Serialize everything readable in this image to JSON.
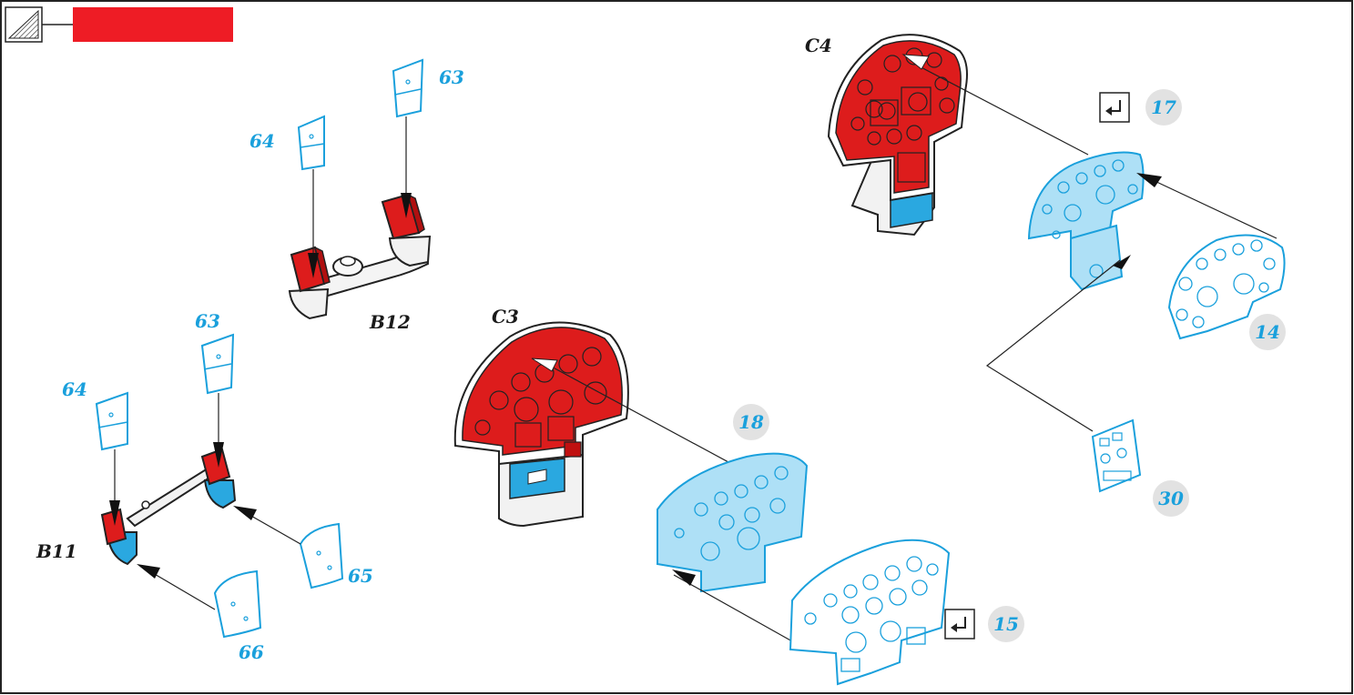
{
  "header": {
    "icon": "sheet-hatch-icon",
    "bar_color": "#ee1c25"
  },
  "colors": {
    "part_red": "#dd1c1c",
    "pe_blue": "#1aa0dc",
    "pe_fill": "#aee0f6",
    "decal_blue": "#2aa8e0",
    "text_dark": "#1a1a1a",
    "circle_bg": "#e2e2e2"
  },
  "labels": {
    "c4": "C4",
    "c3": "C3",
    "b12": "B12",
    "b11": "B11",
    "n63_top": "63",
    "n64_top": "64",
    "n63_left": "63",
    "n64_left": "64",
    "n65": "65",
    "n66": "66",
    "n14": "14",
    "n30": "30",
    "n17": "17",
    "n18": "18",
    "n15": "15"
  },
  "icons": {
    "return_arrow": "return-arrow-icon"
  }
}
